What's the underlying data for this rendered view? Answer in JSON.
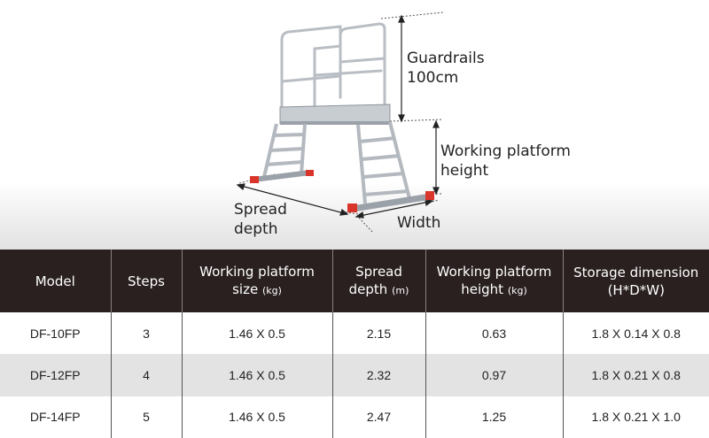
{
  "diagram": {
    "guardrails_label": "Guardrails",
    "guardrails_value": "100cm",
    "platform_height_label_line1": "Working platform",
    "platform_height_label_line2": "height",
    "spread_label_line1": "Spread",
    "spread_label_line2": "depth",
    "width_label": "Width"
  },
  "table": {
    "headers": [
      {
        "main": "Model",
        "unit": ""
      },
      {
        "main": "Steps",
        "unit": ""
      },
      {
        "main": "Working platform",
        "line2": "size",
        "unit": "(kg)"
      },
      {
        "main": "Spread",
        "line2": "depth",
        "unit": "(m)"
      },
      {
        "main": "Working platform",
        "line2": "height",
        "unit": "(kg)"
      },
      {
        "main": "Storage dimension",
        "line2": "(H*D*W)",
        "unit": ""
      }
    ],
    "rows": [
      [
        "DF-10FP",
        "3",
        "1.46 X 0.5",
        "2.15",
        "0.63",
        "1.8 X 0.14 X 0.8"
      ],
      [
        "DF-12FP",
        "4",
        "1.46 X 0.5",
        "2.32",
        "0.97",
        "1.8 X 0.21 X 0.8"
      ],
      [
        "DF-14FP",
        "5",
        "1.46 X 0.5",
        "2.47",
        "1.25",
        "1.8 X 0.21 X 1.0"
      ]
    ]
  }
}
